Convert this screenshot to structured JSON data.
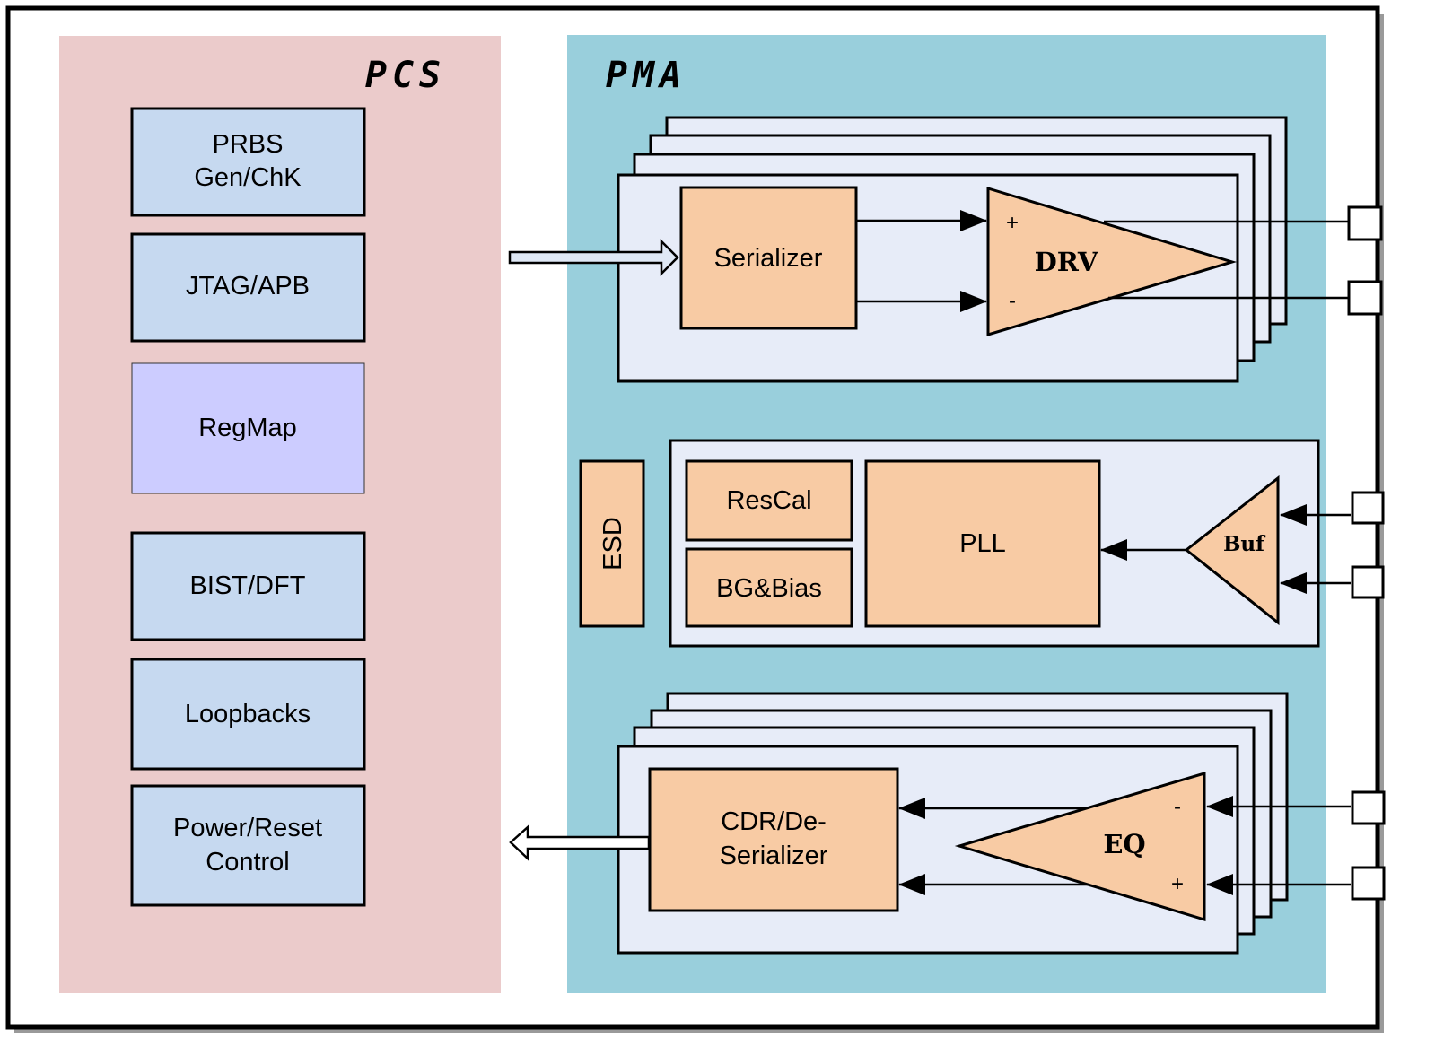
{
  "sections": {
    "pcs": {
      "title": "PCS"
    },
    "pma": {
      "title": "PMA"
    }
  },
  "pcs_blocks": {
    "prbs": [
      "PRBS",
      "Gen/ChK"
    ],
    "jtag": "JTAG/APB",
    "regmap": "RegMap",
    "bist": "BIST/DFT",
    "loopbacks": "Loopbacks",
    "power": [
      "Power/Reset",
      "Control"
    ]
  },
  "tx": {
    "serializer": "Serializer",
    "driver": "DRV",
    "plus": "+",
    "minus": "-"
  },
  "clock": {
    "esd": "ESD",
    "rescal": "ResCal",
    "bgbias": "BG&Bias",
    "pll": "PLL",
    "buffer": "Buf"
  },
  "rx": {
    "cdr": [
      "CDR/De-",
      "Serializer"
    ],
    "eq": "EQ",
    "plus": "+",
    "minus": "-"
  },
  "colors": {
    "pcs_bg": "#ebcbcb",
    "pma_bg": "#99cfdc",
    "pcs_block": "#c6d9f0",
    "regmap": "#ccccff",
    "lane_bg": "#e7ecf8",
    "analog_block": "#f8cba4"
  }
}
